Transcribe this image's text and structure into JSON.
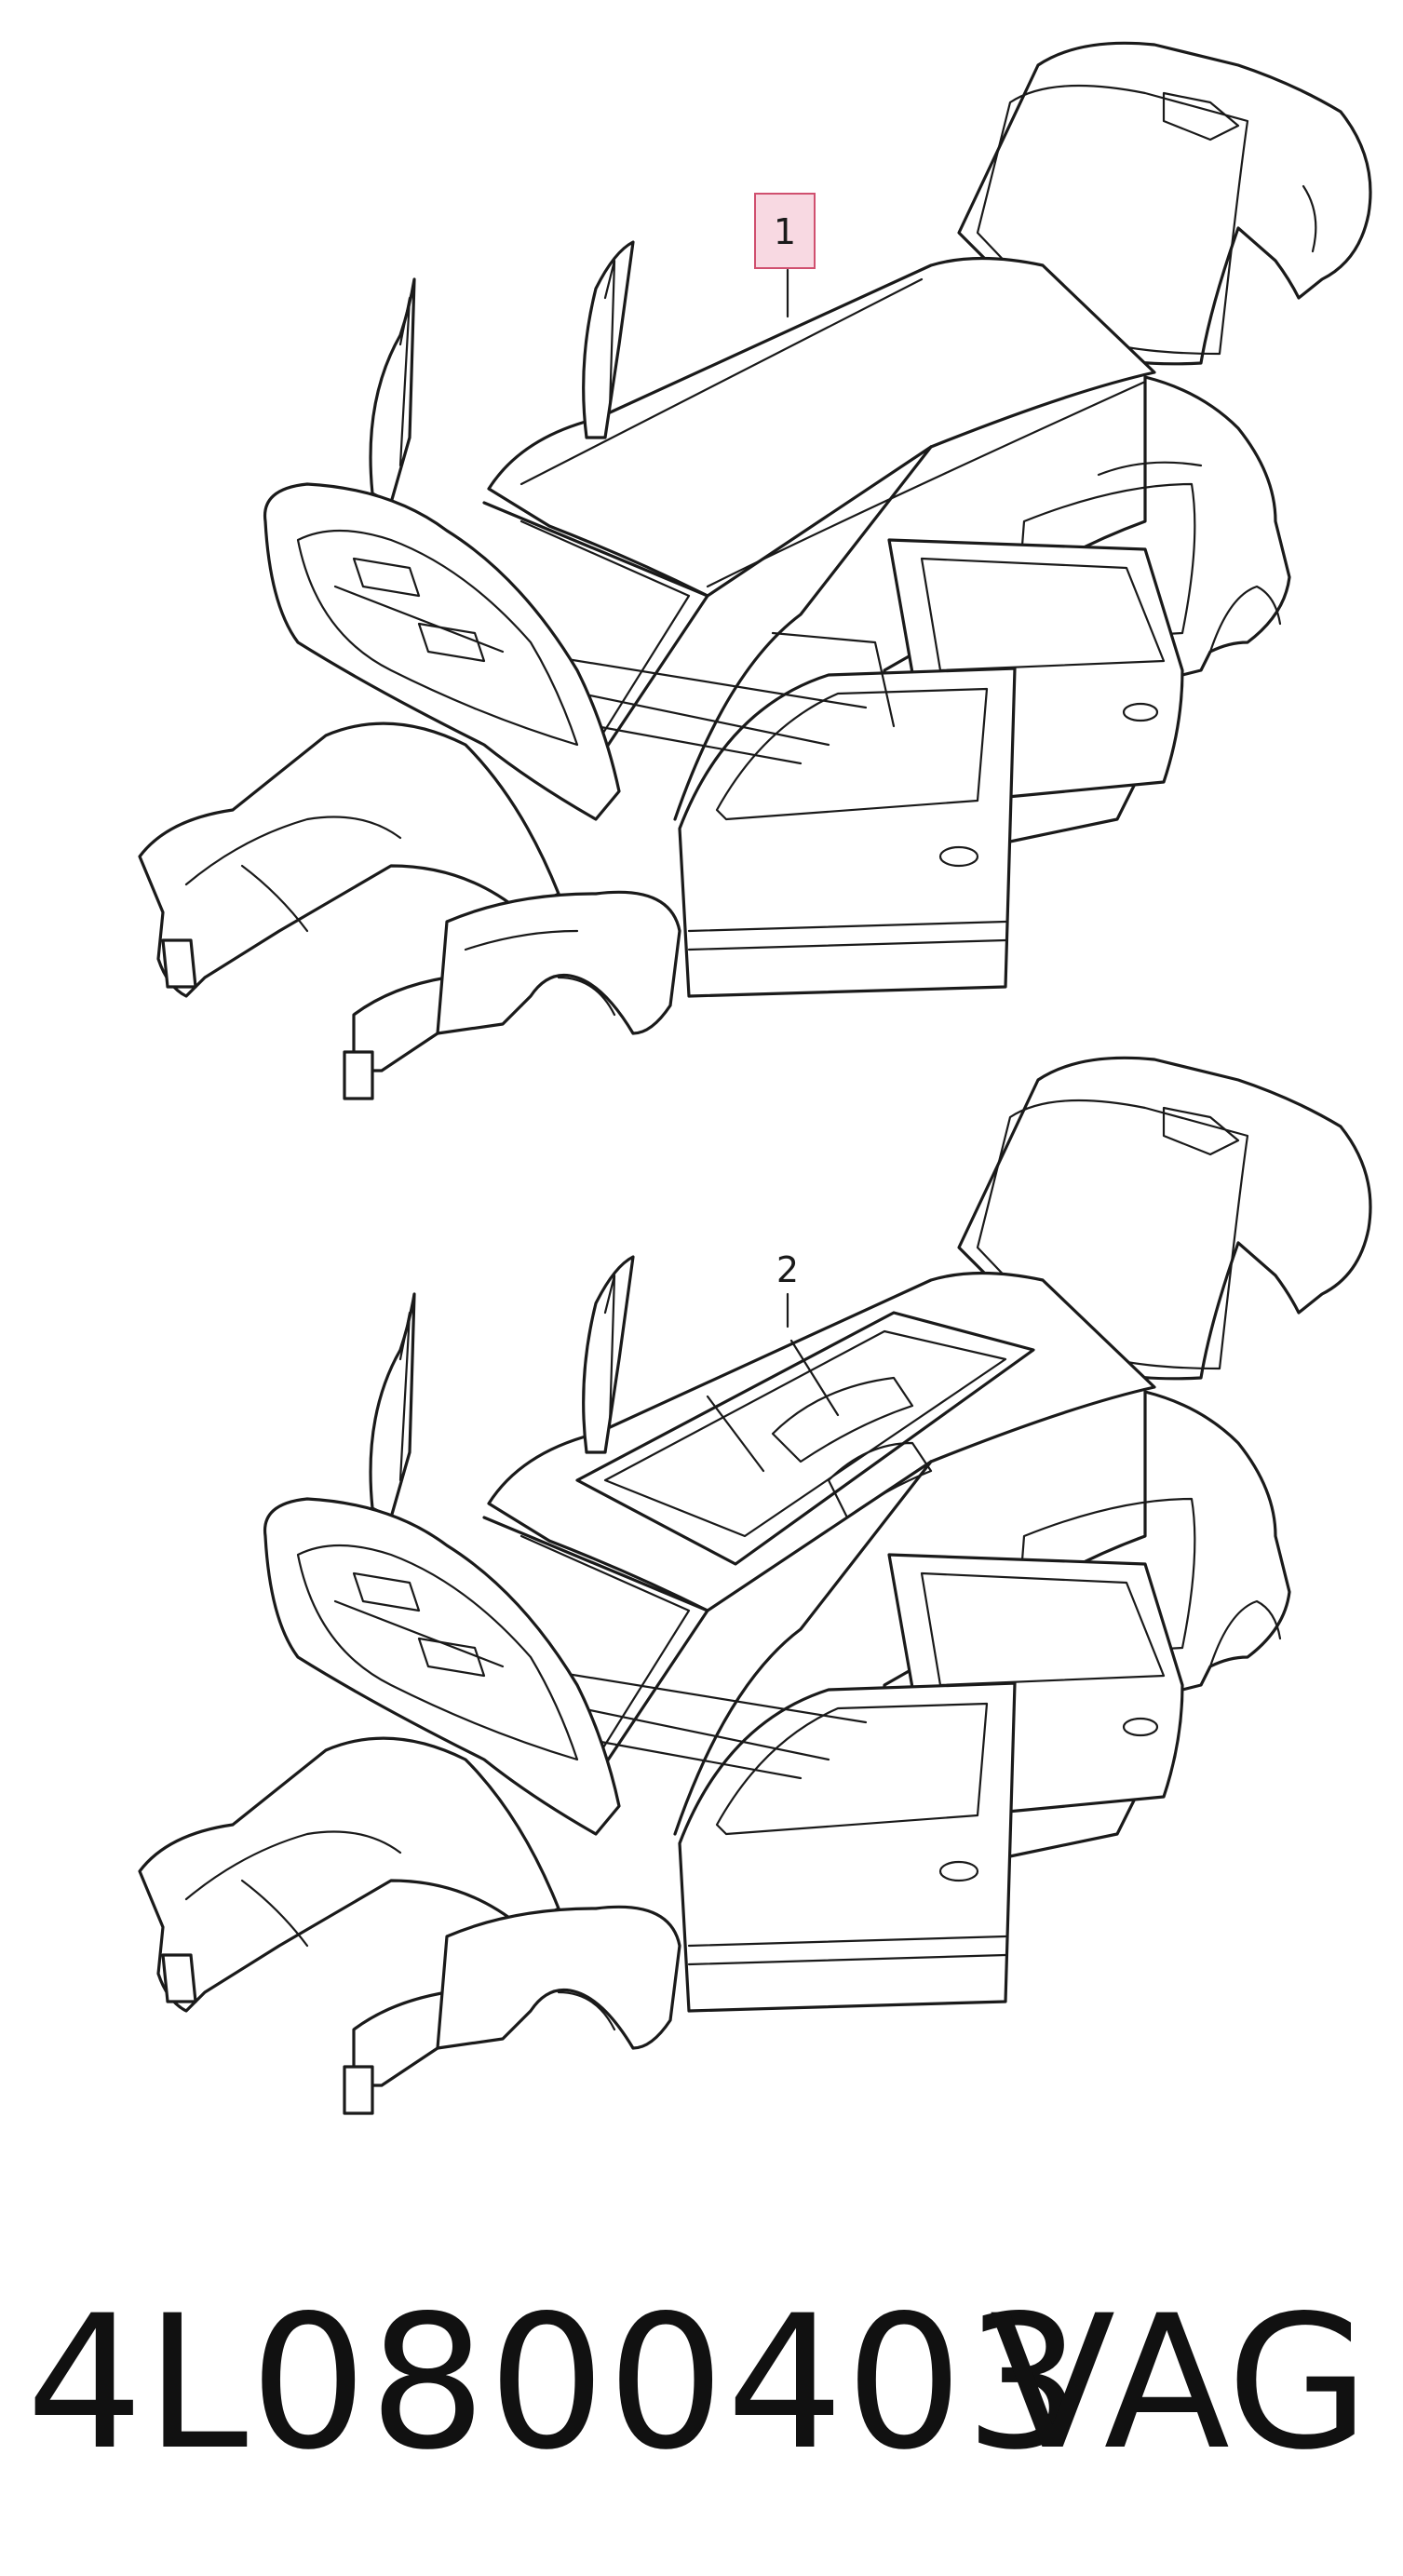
{
  "diagrams": [
    {
      "callout": "1",
      "highlighted": true,
      "description_icon": "car-body-solid-roof"
    },
    {
      "callout": "2",
      "highlighted": false,
      "description_icon": "car-body-sunroof"
    }
  ],
  "footer": {
    "part_number": "4L0800403",
    "brand": "VAG"
  },
  "colors": {
    "line": "#1a1a1a",
    "highlight_fill": "#f4c6d2",
    "highlight_border": "#d0506f"
  }
}
